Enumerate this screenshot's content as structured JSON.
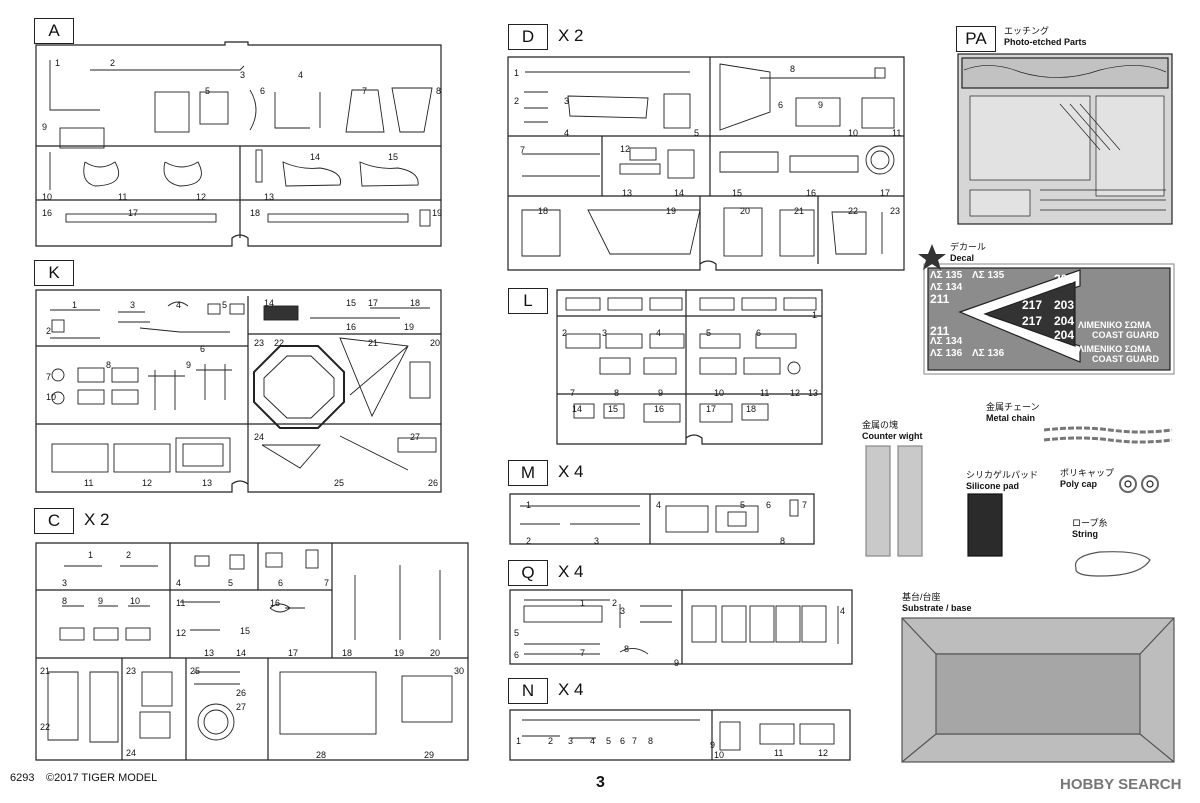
{
  "page": {
    "number": "3",
    "code": "6293",
    "copyright": "©2017  TIGER MODEL",
    "watermark": "HOBBY SEARCH"
  },
  "sprues": {
    "A": {
      "label": "A",
      "qty": "",
      "parts": [
        "1",
        "2",
        "3",
        "4",
        "5",
        "6",
        "7",
        "8",
        "9",
        "10",
        "11",
        "12",
        "13",
        "14",
        "15",
        "16",
        "17",
        "18",
        "19"
      ]
    },
    "K": {
      "label": "K",
      "qty": "",
      "parts": [
        "1",
        "2",
        "3",
        "4",
        "5",
        "6",
        "7",
        "8",
        "9",
        "10",
        "11",
        "12",
        "13",
        "14",
        "15",
        "16",
        "17",
        "18",
        "19",
        "20",
        "21",
        "22",
        "23",
        "24",
        "25",
        "26",
        "27"
      ]
    },
    "C": {
      "label": "C",
      "qty": "X 2",
      "parts": [
        "1",
        "2",
        "3",
        "4",
        "5",
        "6",
        "7",
        "8",
        "9",
        "10",
        "11",
        "12",
        "13",
        "14",
        "15",
        "16",
        "17",
        "18",
        "19",
        "20",
        "21",
        "22",
        "23",
        "24",
        "25",
        "26",
        "27",
        "28",
        "29",
        "30"
      ]
    },
    "D": {
      "label": "D",
      "qty": "X 2",
      "parts": [
        "1",
        "2",
        "3",
        "4",
        "5",
        "6",
        "7",
        "8",
        "9",
        "10",
        "11",
        "12",
        "13",
        "14",
        "15",
        "16",
        "17",
        "18",
        "19",
        "20",
        "21",
        "22",
        "23"
      ]
    },
    "L": {
      "label": "L",
      "qty": "",
      "parts": [
        "1",
        "2",
        "3",
        "4",
        "5",
        "6",
        "7",
        "8",
        "9",
        "10",
        "11",
        "12",
        "13",
        "14",
        "15",
        "16",
        "17",
        "18"
      ]
    },
    "M": {
      "label": "M",
      "qty": "X 4",
      "parts": [
        "1",
        "2",
        "3",
        "4",
        "5",
        "6",
        "7",
        "8"
      ]
    },
    "Q": {
      "label": "Q",
      "qty": "X 4",
      "parts": [
        "1",
        "2",
        "3",
        "4",
        "5",
        "6",
        "7",
        "8",
        "9"
      ]
    },
    "N": {
      "label": "N",
      "qty": "X 4",
      "parts": [
        "1",
        "2",
        "3",
        "4",
        "5",
        "6",
        "7",
        "8",
        "9",
        "10",
        "11",
        "12"
      ]
    },
    "PA": {
      "label": "PA",
      "jp": "エッチング",
      "en": "Photo-etched Parts"
    }
  },
  "decal": {
    "jp": "デカール",
    "en": "Decal",
    "texts": [
      "ΛΣ 135",
      "ΛΣ 135",
      "ΛΣ 134",
      "211",
      "203",
      "217",
      "203",
      "217",
      "204",
      "204",
      "211",
      "ΛΙΜΕΝΙΚΟ ΣΩΜΑ",
      "COAST GUARD",
      "ΛΙΜΕΝΙΚΟ ΣΩΜΑ",
      "COAST GUARD",
      "ΛΣ 134",
      "ΛΣ 136",
      "ΛΣ 136"
    ]
  },
  "accessories": {
    "counter_weight": {
      "jp": "金属の塊",
      "en": "Counter wight"
    },
    "metal_chain": {
      "jp": "金属チェーン",
      "en": "Metal chain"
    },
    "silicone_pad": {
      "jp": "シリカゲルパッド",
      "en": "Silicone pad"
    },
    "poly_cap": {
      "jp": "ポリキャップ",
      "en": "Poly cap"
    },
    "string": {
      "jp": "ロープ糸",
      "en": "String"
    },
    "base": {
      "jp": "基台/台座",
      "en": "Substrate / base"
    }
  }
}
